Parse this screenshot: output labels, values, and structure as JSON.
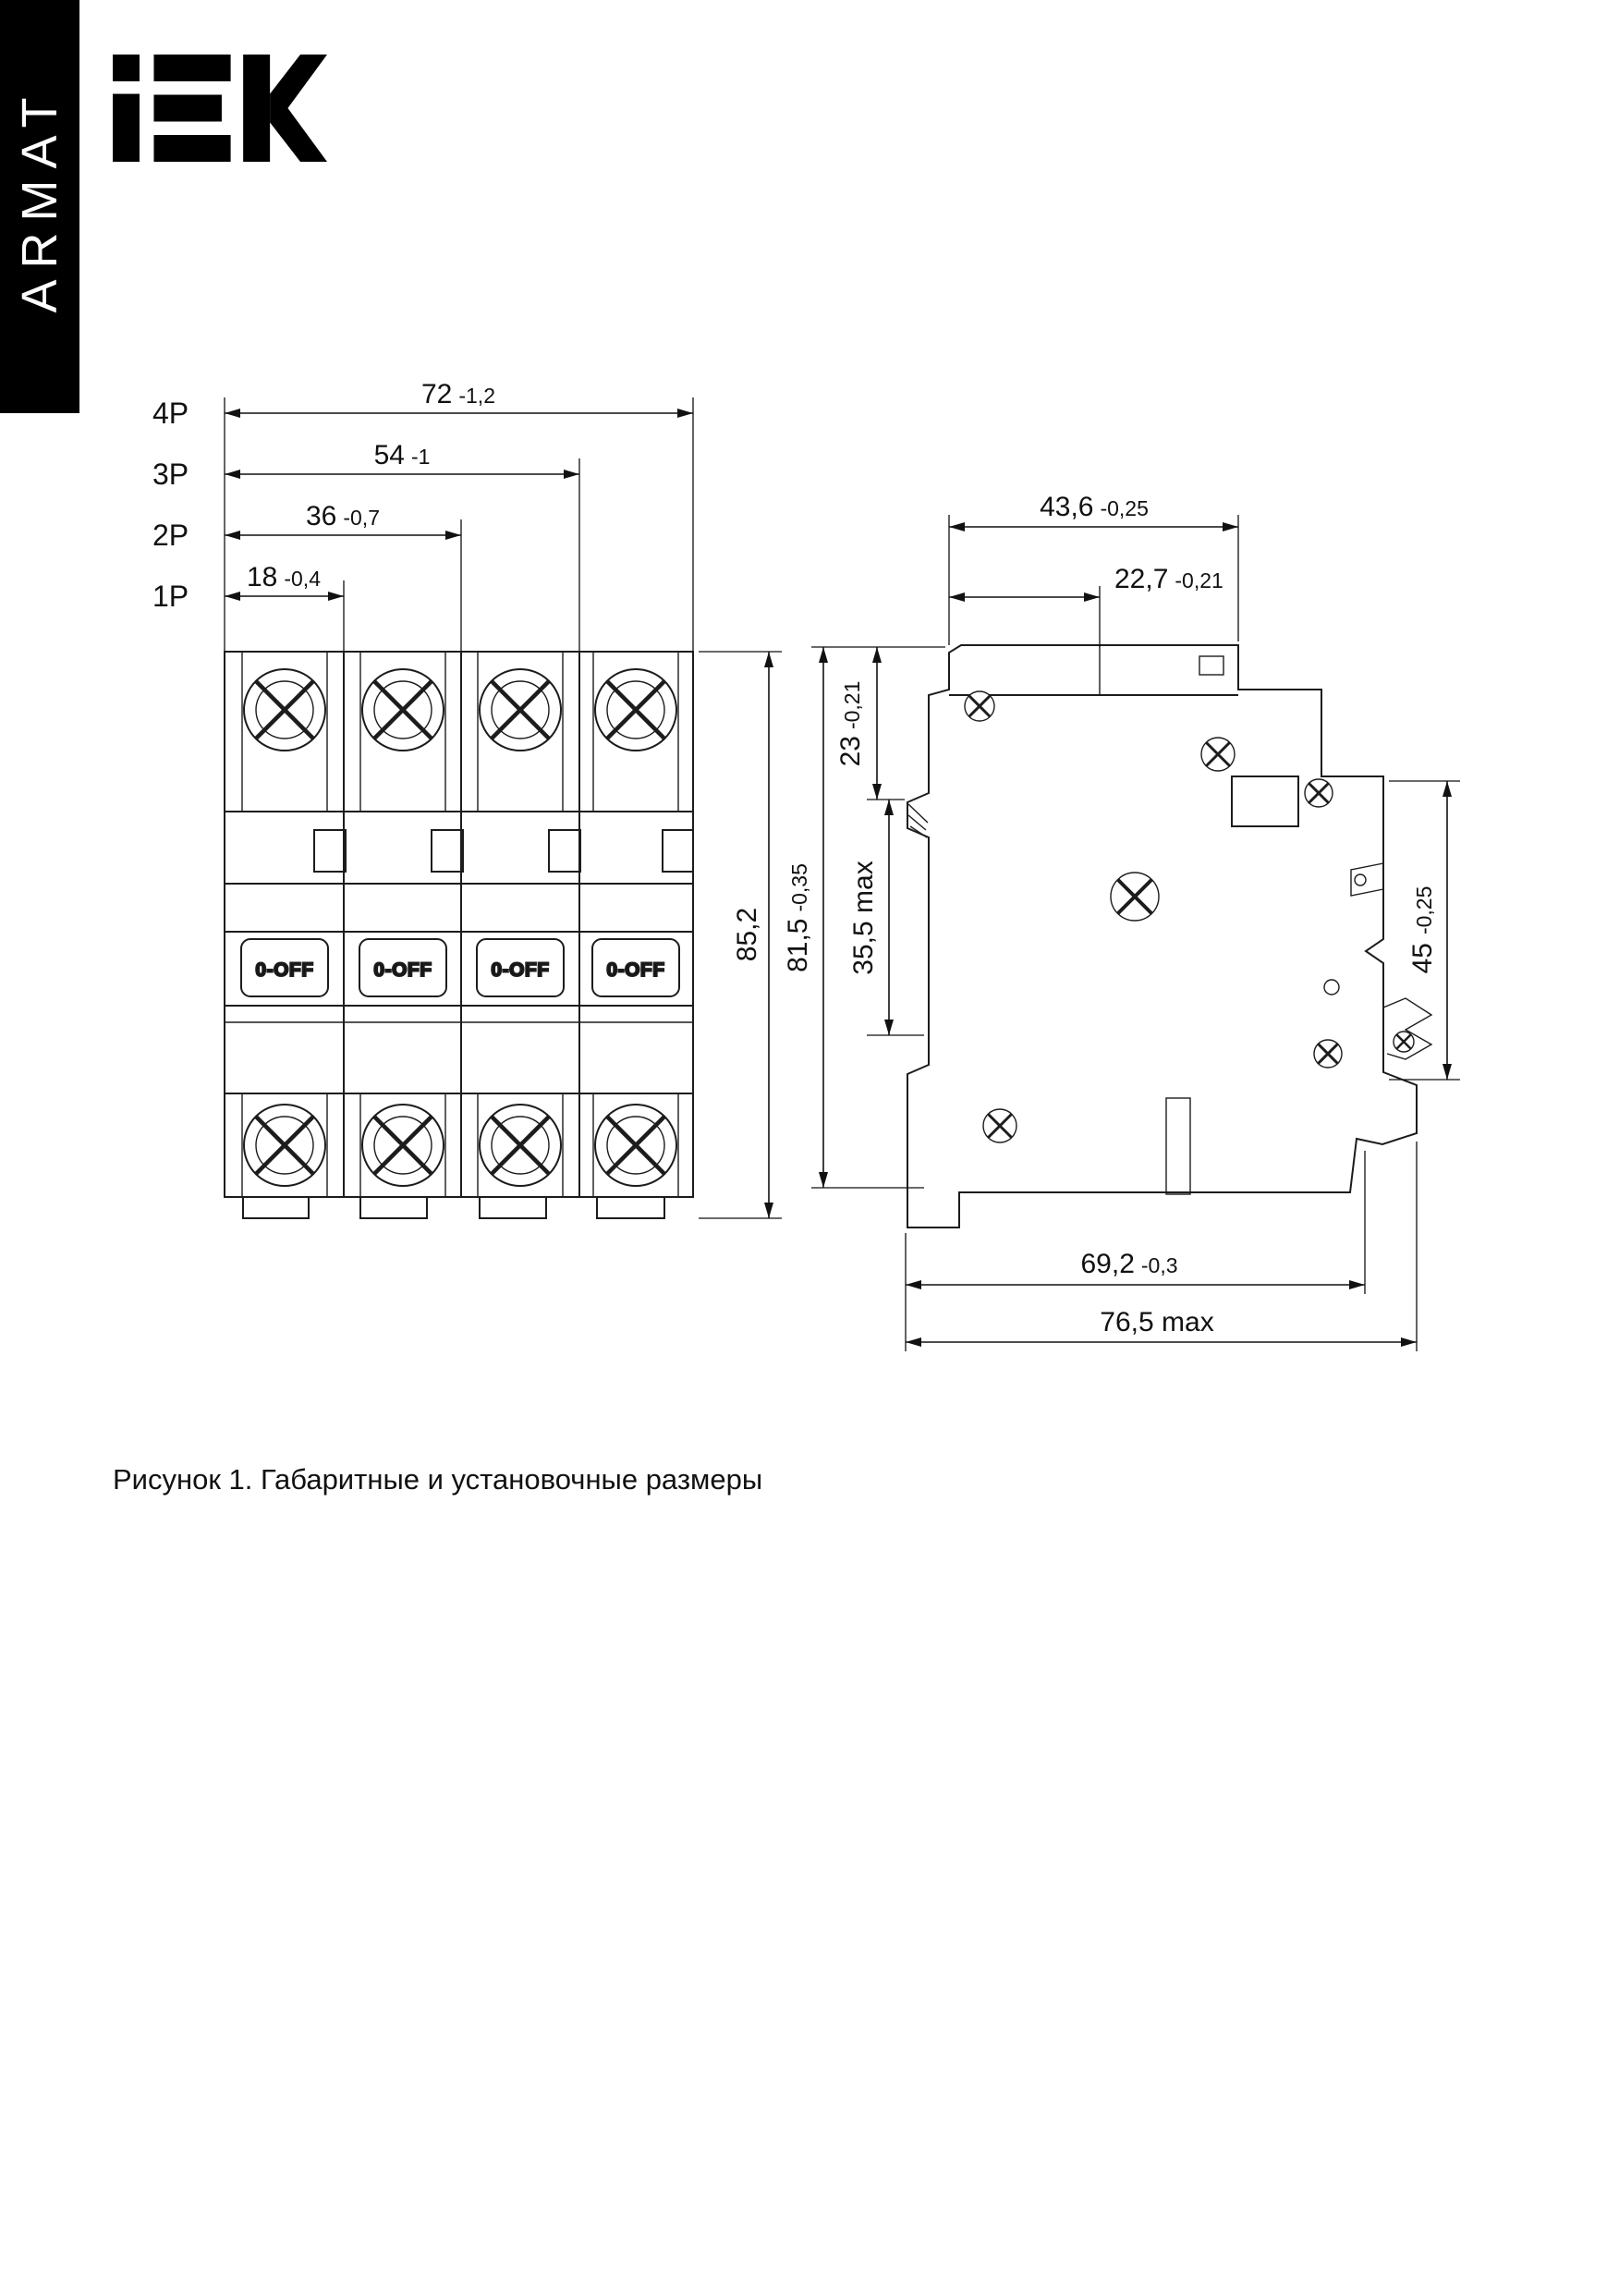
{
  "page": {
    "brand": "IEK",
    "series_vertical": "ARMAT",
    "caption": "Рисунок 1. Габаритные и установочные размеры"
  },
  "front_view": {
    "pole_dimensions": [
      {
        "pole": "4P",
        "value": "72",
        "tolerance": "-1,2"
      },
      {
        "pole": "3P",
        "value": "54",
        "tolerance": "-1"
      },
      {
        "pole": "2P",
        "value": "36",
        "tolerance": "-0,7"
      },
      {
        "pole": "1P",
        "value": "18",
        "tolerance": "-0,4"
      }
    ],
    "height": "85,2",
    "toggle_label": "0-OFF"
  },
  "side_view": {
    "top_section_width": {
      "value": "43,6",
      "tolerance": "-0,25"
    },
    "handle_offset": {
      "value": "22,7",
      "tolerance": "-0,21"
    },
    "top_depth": {
      "value": "23",
      "tolerance": "-0,21"
    },
    "body_height": {
      "value": "81,5",
      "tolerance": "-0,35"
    },
    "window_height_max": "35,5 max",
    "din_recess_height": {
      "value": "45",
      "tolerance": "-0,25"
    },
    "mounting_depth": {
      "value": "69,2",
      "tolerance": "-0,3"
    },
    "total_depth_max": "76,5 max"
  }
}
